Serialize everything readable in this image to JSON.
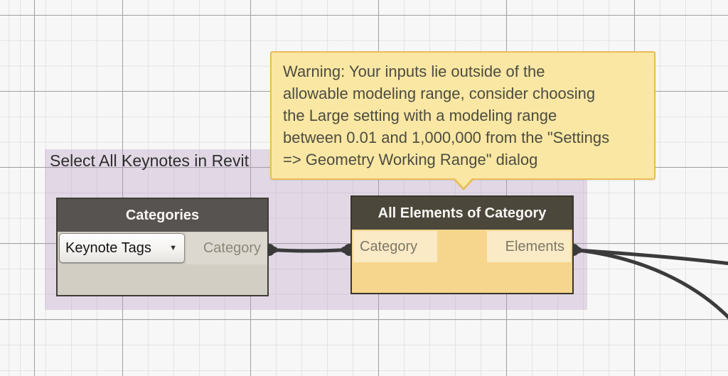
{
  "colors": {
    "canvas_bg": "#f7f7f7",
    "grid_minor": "#e3e3e3",
    "grid_major": "#9f9f9f",
    "group_fill": "rgba(186,156,194,0.33)",
    "tooltip_bg": "#f9e7a3",
    "tooltip_border": "#e9bd55",
    "wire": "#3b3b3b",
    "warning_node_body": "#f5d68c",
    "warning_node_port": "#faeac5"
  },
  "group": {
    "label": "Select All Keynotes in Revit"
  },
  "tooltip": {
    "lines": [
      "Warning: Your inputs lie outside of the",
      "allowable modeling range, consider choosing",
      "the Large setting with a modeling range",
      "between 0.01 and 1,000,000 from the \"Settings",
      "=> Geometry Working Range\" dialog"
    ]
  },
  "nodes": {
    "categories": {
      "title": "Categories",
      "dropdown_value": "Keynote Tags",
      "output_port": "Category"
    },
    "all_elements": {
      "title": "All Elements of Category",
      "input_port": "Category",
      "output_port": "Elements"
    }
  },
  "icons": {
    "dropdown_arrow": "▼"
  }
}
